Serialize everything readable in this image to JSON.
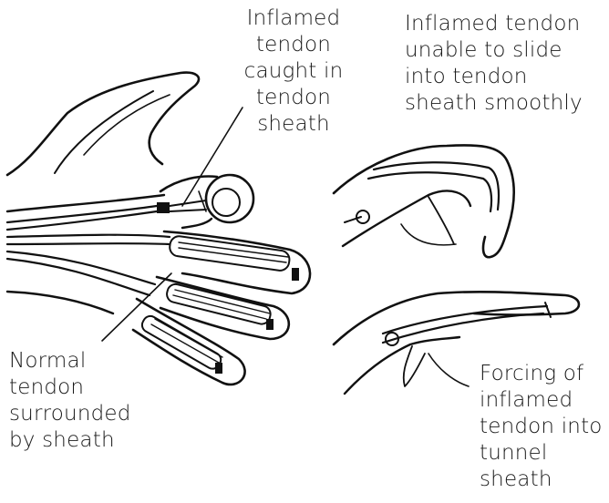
{
  "labels": {
    "caught": [
      "Inflamed",
      "tendon",
      "caught in",
      "tendon",
      "sheath"
    ],
    "unable": [
      "Inflamed tendon",
      "unable to slide",
      "into tendon",
      "sheath smoothly"
    ],
    "normal": [
      "Normal",
      "tendon",
      "surrounded",
      "by sheath"
    ],
    "forcing": [
      "Forcing of",
      "inflamed",
      "tendon into",
      "tunnel",
      "sheath"
    ]
  }
}
